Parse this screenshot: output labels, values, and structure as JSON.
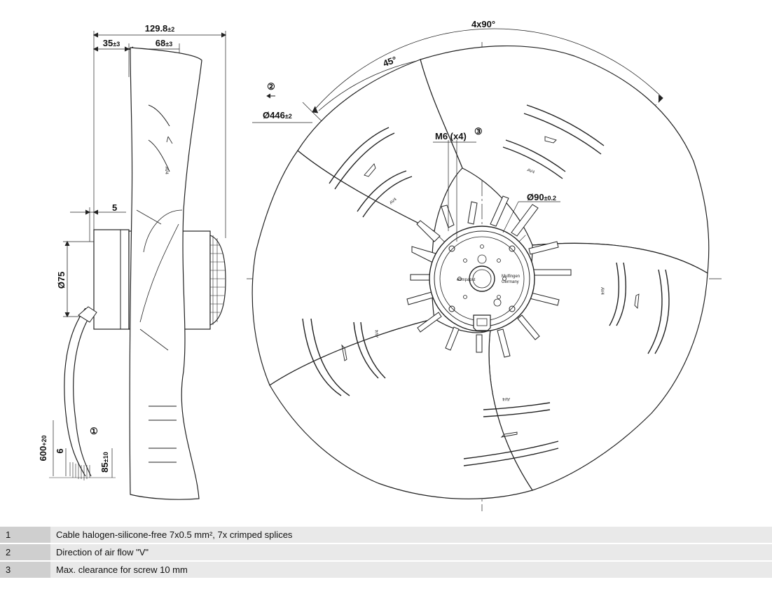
{
  "dimensions": {
    "overall_depth": "129.8",
    "overall_depth_tol": "±2",
    "front_depth": "35",
    "front_depth_tol": "±3",
    "rear_depth": "68",
    "rear_depth_tol": "±3",
    "gap": "5",
    "hub_diameter": "Ø75",
    "cable_length": "600",
    "cable_length_tol": "+20",
    "strip_length": "6",
    "splice_length": "85",
    "splice_length_tol": "±10",
    "angle_spacing": "4x90°",
    "angle_offset": "45°",
    "fan_diameter": "Ø446",
    "fan_diameter_tol": "±2",
    "screw": "M6 (x4)",
    "bolt_circle": "Ø90",
    "bolt_circle_tol": "±0.2"
  },
  "callouts": {
    "c1": "①",
    "c2": "②",
    "c3": "③"
  },
  "markings": {
    "blade_mark": "AV4",
    "brand": "ebmpapst",
    "origin_line1": "Mulfingen",
    "origin_line2": "Germany"
  },
  "notes": [
    {
      "num": "1",
      "text": "Cable halogen-silicone-free 7x0.5 mm², 7x crimped splices"
    },
    {
      "num": "2",
      "text": "Direction of air flow \"V\""
    },
    {
      "num": "3",
      "text": "Max. clearance for screw 10 mm"
    }
  ]
}
